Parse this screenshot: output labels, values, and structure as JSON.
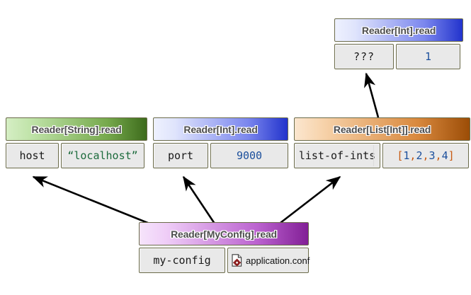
{
  "diagram": {
    "title": "Reader monad dependency diagram",
    "palette": {
      "green_light": "#d5eec4",
      "green_dark": "#3d6b1c",
      "blue_light": "#eef1fe",
      "blue_dark": "#2233cc",
      "orange_light": "#fbe6cf",
      "orange_dark": "#9c4d07",
      "purple_light": "#f6e4fb",
      "purple_dark": "#821f96",
      "cell_bg": "#e9e9e9",
      "border": "#6b6b4a",
      "string_value": "#1c6b3c",
      "number_value": "#1b4f9c",
      "punctuation": "#c75a12"
    },
    "nodes": [
      {
        "id": "reader-int-top",
        "header": "Reader[Int].read",
        "key": "???",
        "value": "1"
      },
      {
        "id": "reader-string",
        "header": "Reader[String].read",
        "key": "host",
        "value": "“localhost”"
      },
      {
        "id": "reader-int",
        "header": "Reader[Int].read",
        "key": "port",
        "value": "9000"
      },
      {
        "id": "reader-list-int",
        "header": "Reader[List[Int]].read",
        "key": "list-of-ints",
        "value": "[1, 2, 3, 4]",
        "value_tokens": [
          {
            "t": "[",
            "kind": "punct"
          },
          {
            "t": "1",
            "kind": "num"
          },
          {
            "t": ", ",
            "kind": "punct"
          },
          {
            "t": "2",
            "kind": "num"
          },
          {
            "t": ", ",
            "kind": "punct"
          },
          {
            "t": "3",
            "kind": "num"
          },
          {
            "t": ", ",
            "kind": "punct"
          },
          {
            "t": "4",
            "kind": "num"
          },
          {
            "t": "]",
            "kind": "punct"
          }
        ]
      },
      {
        "id": "reader-myconfig",
        "header": "Reader[MyConfig].read",
        "key": "my-config",
        "value": "application.conf",
        "value_icon": "config-file-icon"
      }
    ],
    "arrows": [
      {
        "from": "reader-myconfig",
        "to": "reader-string",
        "name": "arrow-myconfig-to-string"
      },
      {
        "from": "reader-myconfig",
        "to": "reader-int",
        "name": "arrow-myconfig-to-int"
      },
      {
        "from": "reader-myconfig",
        "to": "reader-list-int",
        "name": "arrow-myconfig-to-list"
      },
      {
        "from": "reader-list-int",
        "to": "reader-int-top",
        "name": "arrow-list-to-int-top"
      }
    ]
  }
}
